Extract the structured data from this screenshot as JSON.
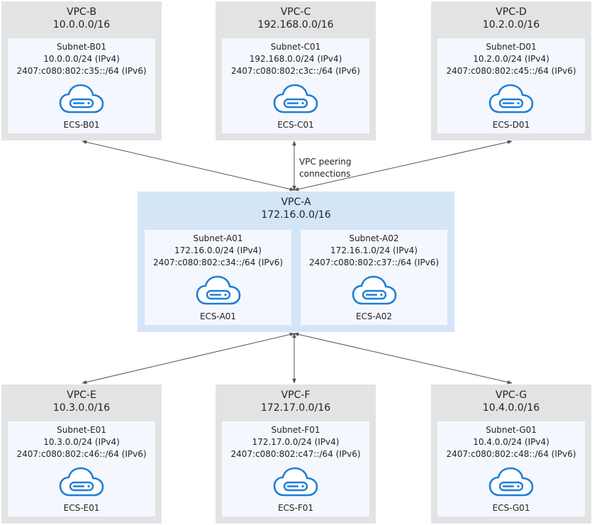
{
  "connection_label": [
    "VPC peering",
    "connections"
  ],
  "hub": {
    "name": "VPC-A",
    "cidr": "172.16.0.0/16",
    "subnets": [
      {
        "name": "Subnet-A01",
        "ipv4": "172.16.0.0/24 (IPv4)",
        "ipv6": "2407:c080:802:c34::/64 (IPv6)",
        "ecs": "ECS-A01"
      },
      {
        "name": "Subnet-A02",
        "ipv4": "172.16.1.0/24 (IPv4)",
        "ipv6": "2407:c080:802:c37::/64 (IPv6)",
        "ecs": "ECS-A02"
      }
    ]
  },
  "peers": [
    {
      "name": "VPC-B",
      "cidr": "10.0.0.0/16",
      "subnet": {
        "name": "Subnet-B01",
        "ipv4": "10.0.0.0/24 (IPv4)",
        "ipv6": "2407:c080:802:c35::/64 (IPv6)",
        "ecs": "ECS-B01"
      }
    },
    {
      "name": "VPC-C",
      "cidr": "192.168.0.0/16",
      "subnet": {
        "name": "Subnet-C01",
        "ipv4": "192.168.0.0/24 (IPv4)",
        "ipv6": "2407:c080:802:c3c::/64 (IPv6)",
        "ecs": "ECS-C01"
      }
    },
    {
      "name": "VPC-D",
      "cidr": "10.2.0.0/16",
      "subnet": {
        "name": "Subnet-D01",
        "ipv4": "10.2.0.0/24 (IPv4)",
        "ipv6": "2407:c080:802:c45::/64 (IPv6)",
        "ecs": "ECS-D01"
      }
    },
    {
      "name": "VPC-E",
      "cidr": "10.3.0.0/16",
      "subnet": {
        "name": "Subnet-E01",
        "ipv4": "10.3.0.0/24 (IPv4)",
        "ipv6": "2407:c080:802:c46::/64 (IPv6)",
        "ecs": "ECS-E01"
      }
    },
    {
      "name": "VPC-F",
      "cidr": "172.17.0.0/16",
      "subnet": {
        "name": "Subnet-F01",
        "ipv4": "172.17.0.0/24 (IPv4)",
        "ipv6": "2407:c080:802:c47::/64 (IPv6)",
        "ecs": "ECS-F01"
      }
    },
    {
      "name": "VPC-G",
      "cidr": "10.4.0.0/16",
      "subnet": {
        "name": "Subnet-G01",
        "ipv4": "10.4.0.0/24 (IPv4)",
        "ipv6": "2407:c080:802:c48::/64 (IPv6)",
        "ecs": "ECS-G01"
      }
    }
  ],
  "colors": {
    "peer_vpc": "#e2e3e4",
    "hub_vpc": "#d3e5f7",
    "subnet": "#f4f7fd",
    "icon": "#1f7ed6",
    "connector": "#555555"
  },
  "icons": {
    "ecs": "cloud-server-icon"
  }
}
